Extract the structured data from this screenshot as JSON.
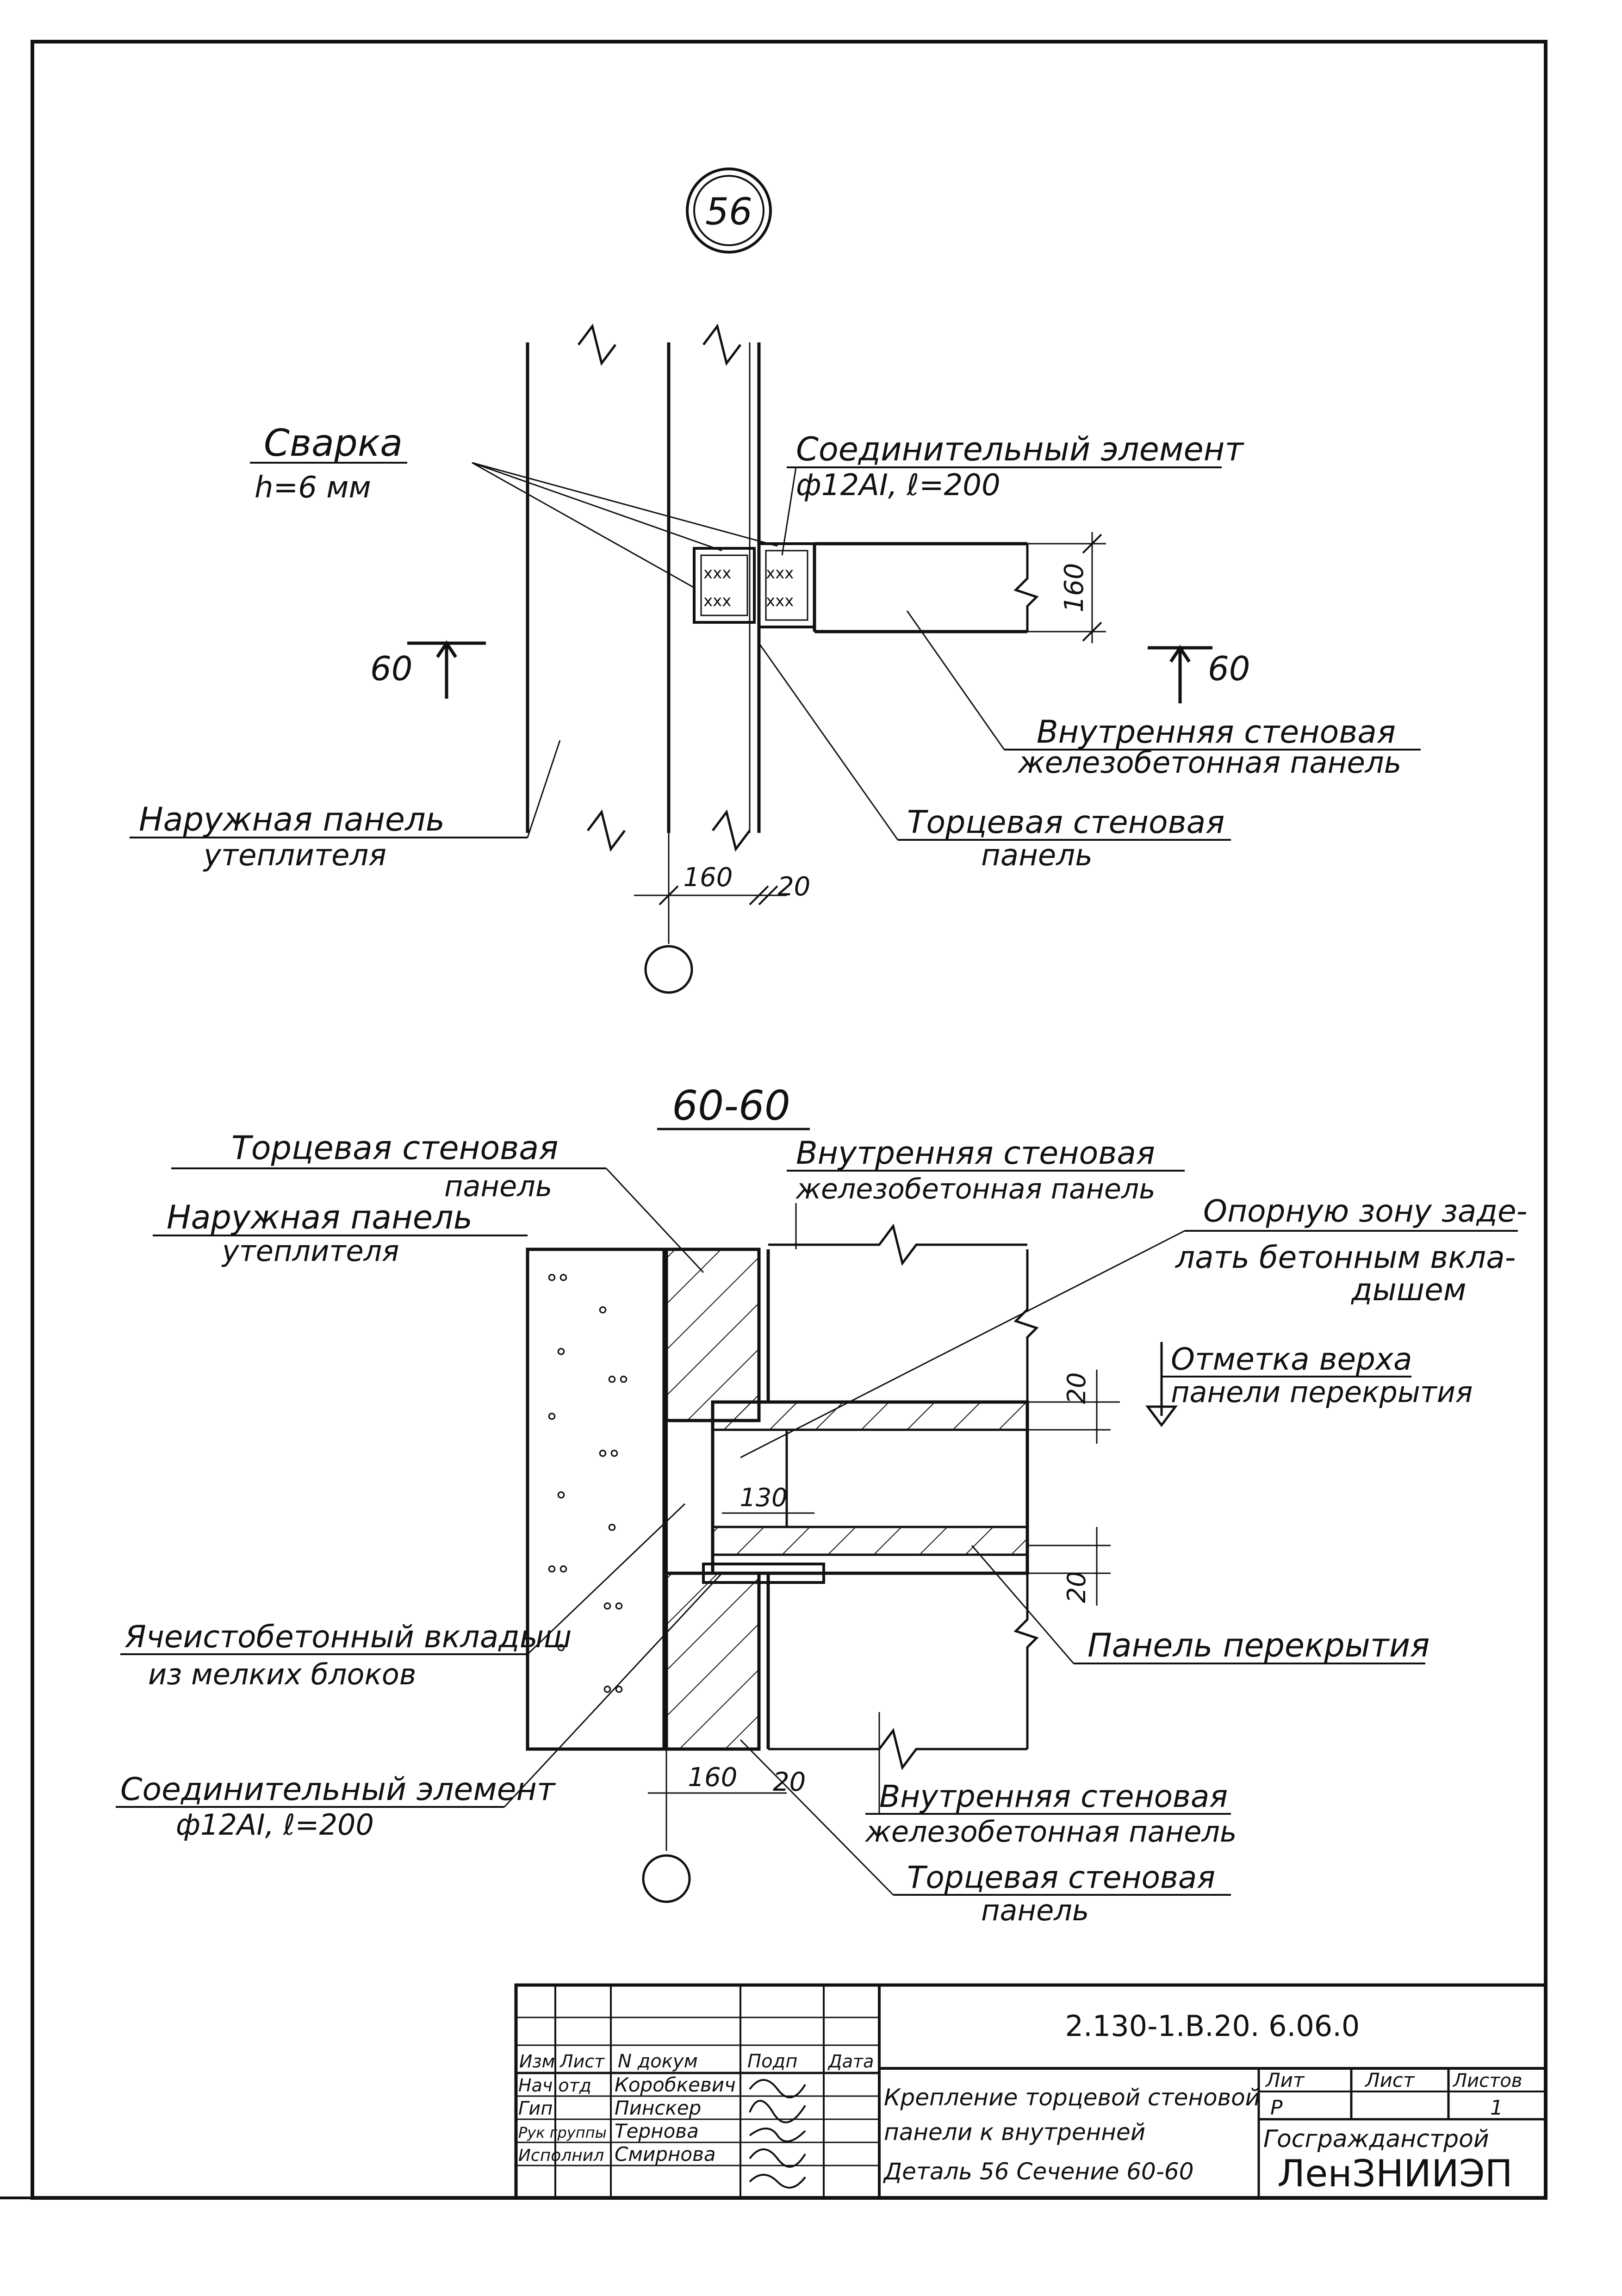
{
  "detail": {
    "marker": "56",
    "weld_label": "Сварка",
    "weld_size": "h=6 мм",
    "connector_label": "Соединительный элемент",
    "connector_spec": "ф12АI, ℓ=200",
    "dim_160_vertical": "160",
    "section_mark_left": "60",
    "section_mark_right": "60",
    "inner_panel_line1": "Внутренняя стеновая",
    "inner_panel_line2": "железобетонная панель",
    "outer_panel_line1": "Наружная панель",
    "outer_panel_line2": "утеплителя",
    "end_panel_line1": "Торцевая стеновая",
    "end_panel_line2": "панель",
    "dim_160": "160",
    "dim_20": "20"
  },
  "section": {
    "title": "60-60",
    "end_panel_line1": "Торцевая стеновая",
    "end_panel_line2": "панель",
    "inner_panel_line1": "Внутренняя стеновая",
    "inner_panel_line2": "железобетонная панель",
    "outer_panel_line1": "Наружная панель",
    "outer_panel_line2": "утеплителя",
    "support_line1": "Опорную зону заде-",
    "support_line2": "лать бетонным вкла-",
    "support_line3": "дышем",
    "level_line1": "Отметка верха",
    "level_line2": "панели перекрытия",
    "dim_20_top": "20",
    "dim_130": "130",
    "dim_20_bottom": "20",
    "slab_label": "Панель перекрытия",
    "insert_line1": "Ячеистобетонный вкладыш",
    "insert_line2": "из мелких блоков",
    "connector_label": "Соединительный элемент",
    "connector_spec": "ф12АI, ℓ=200",
    "dim_160": "160",
    "dim_20": "20",
    "inner_bottom_line1": "Внутренняя стеновая",
    "inner_bottom_line2": "железобетонная панель",
    "end_bottom_line1": "Торцевая стеновая",
    "end_bottom_line2": "панель"
  },
  "title_block": {
    "doc_code": "2.130-1.В.20. 6.06.0",
    "col_izm": "Изм",
    "col_list": "Лист",
    "col_doc": "N докум",
    "col_sign": "Подп",
    "col_date": "Дата",
    "row1_role": "Нач отд",
    "row1_name": "Коробкевич",
    "row2_role": "Гип",
    "row2_name": "Пинскер",
    "row3_role": "Рук группы",
    "row3_name": "Тернова",
    "row4_role": "Исполнил",
    "row4_name": "Смирнова",
    "desc_line1": "Крепление торцевой стеновой",
    "desc_line2": "панели к внутренней",
    "desc_line3": "Деталь 56 Сечение 60-60",
    "lit_header": "Лит",
    "sheet_header": "Лист",
    "sheets_header": "Листов",
    "lit_value": "Р",
    "sheets_value": "1",
    "org_line1": "Госгражданстрой",
    "org_line2": "ЛенЗНИИЭП"
  }
}
